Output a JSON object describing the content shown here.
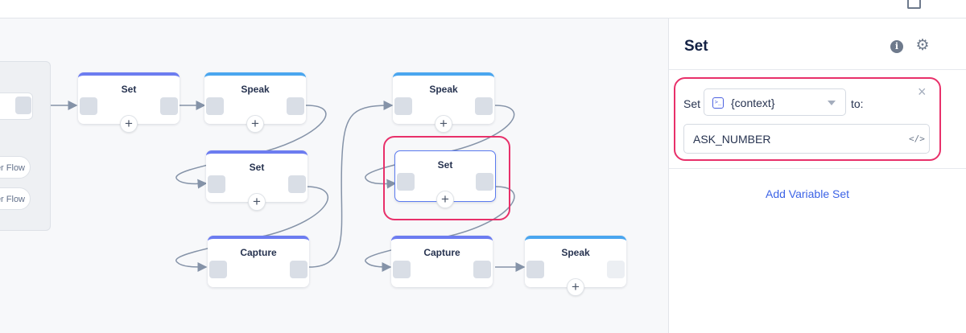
{
  "canvas": {
    "group_panel": {
      "flow_buttons": [
        "er Flow",
        "er Flow"
      ]
    },
    "blocks": [
      {
        "id": "set-1",
        "type": "set",
        "title": "Set"
      },
      {
        "id": "speak-1",
        "type": "speak",
        "title": "Speak"
      },
      {
        "id": "set-2",
        "type": "set",
        "title": "Set"
      },
      {
        "id": "capture-1",
        "type": "capture",
        "title": "Capture"
      },
      {
        "id": "speak-2",
        "type": "speak",
        "title": "Speak"
      },
      {
        "id": "set-3",
        "type": "set",
        "title": "Set",
        "selected": true
      },
      {
        "id": "capture-2",
        "type": "capture",
        "title": "Capture"
      },
      {
        "id": "speak-3",
        "type": "speak",
        "title": "Speak"
      }
    ],
    "add_step_glyph": "+"
  },
  "side_panel": {
    "title": "Set",
    "set_label": "Set",
    "variable": "{context}",
    "to_label": "to:",
    "value": "ASK_NUMBER",
    "add_variable_label": "Add Variable Set"
  },
  "colors": {
    "set_accent": "#6c7cf0",
    "speak_accent": "#4aa6ef",
    "highlight": "#e8306a",
    "link": "#3c63e6"
  }
}
